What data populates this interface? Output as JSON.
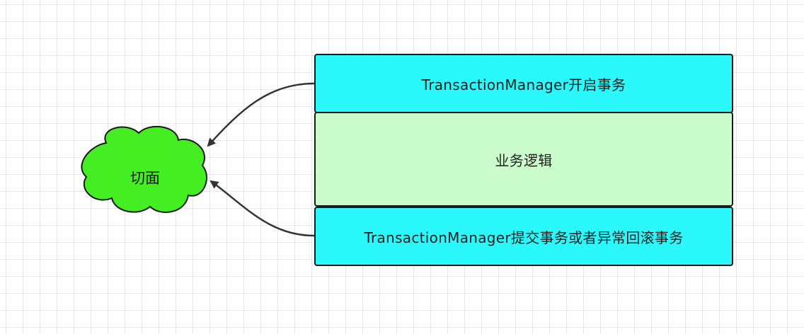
{
  "diagram": {
    "cloud": {
      "label": "切面",
      "fill_color": "#44ee22"
    },
    "boxes": [
      {
        "label": "TransactionManager开启事务",
        "fill_color": "#2af8fb"
      },
      {
        "label": "业务逻辑",
        "fill_color": "#cbfccb"
      },
      {
        "label": "TransactionManager提交事务或者异常回滚事务",
        "fill_color": "#2af8fb"
      }
    ],
    "arrows": [
      {
        "from": "TransactionManager开启事务",
        "to": "切面"
      },
      {
        "from": "TransactionManager提交事务或者异常回滚事务",
        "to": "切面"
      }
    ]
  }
}
